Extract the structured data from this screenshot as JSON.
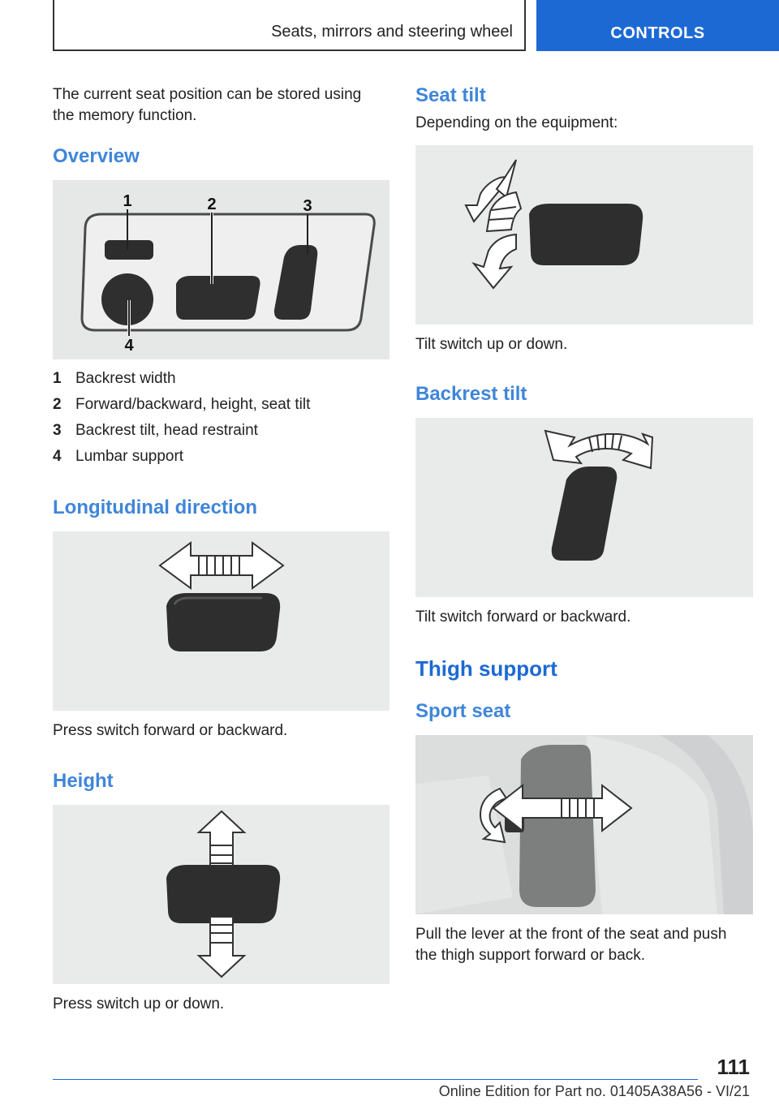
{
  "header": {
    "section": "Seats, mirrors and steering wheel",
    "tab": "CONTROLS"
  },
  "left": {
    "intro": "The current seat position can be stored using the memory function.",
    "overview_heading": "Overview",
    "overview_labels": [
      "1",
      "2",
      "3",
      "4"
    ],
    "list": [
      {
        "num": "1",
        "text": "Backrest width"
      },
      {
        "num": "2",
        "text": "Forward/backward, height, seat tilt"
      },
      {
        "num": "3",
        "text": "Backrest tilt, head restraint"
      },
      {
        "num": "4",
        "text": "Lumbar support"
      }
    ],
    "longitudinal_heading": "Longitudinal direction",
    "longitudinal_caption": "Press switch forward or backward.",
    "height_heading": "Height",
    "height_caption": "Press switch up or down."
  },
  "right": {
    "seat_tilt_heading": "Seat tilt",
    "seat_tilt_intro": "Depending on the equipment:",
    "seat_tilt_caption": "Tilt switch up or down.",
    "backrest_tilt_heading": "Backrest tilt",
    "backrest_tilt_caption": "Tilt switch forward or backward.",
    "thigh_heading": "Thigh support",
    "sport_seat_heading": "Sport seat",
    "sport_seat_caption": "Pull the lever at the front of the seat and push the thigh support forward or back."
  },
  "footer": {
    "page_number": "111",
    "edition": "Online Edition for Part no. 01405A38A56 - VI/21"
  }
}
